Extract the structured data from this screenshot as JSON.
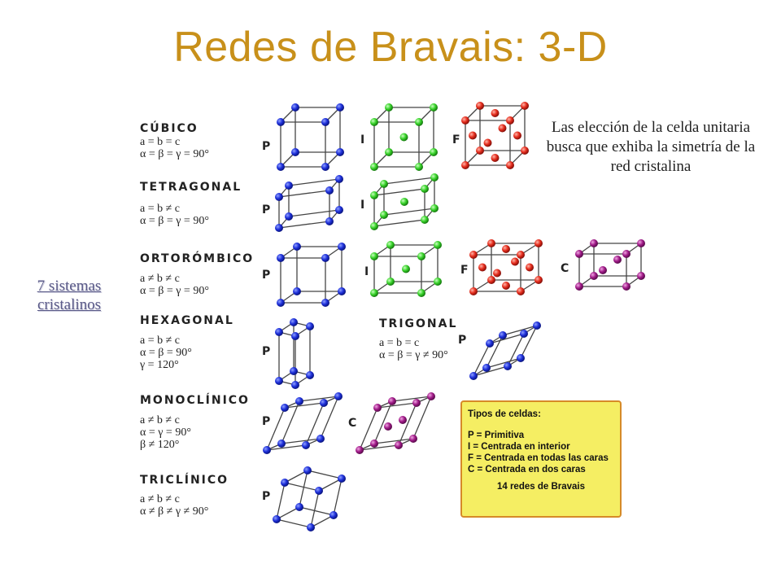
{
  "title": "Redes de Bravais: 3-D",
  "side_label": [
    "7 sistemas",
    "cristalinos"
  ],
  "note": "Las elección de la celda unitaria busca que exhiba la simetría de la red cristalina",
  "colors": {
    "title": "#c8901a",
    "P": "#1d2fd9",
    "I": "#38d22a",
    "F": "#e52c1c",
    "C": "#a01a88",
    "legend_bg": "#f5ee63",
    "legend_border": "#d68a28"
  },
  "systems": [
    {
      "name": "CÚBICO",
      "params": [
        "a = b = c",
        "α = β = γ = 90°"
      ]
    },
    {
      "name": "TETRAGONAL",
      "params": [
        "a = b ≠ c",
        "α = β = γ = 90°"
      ]
    },
    {
      "name": "ORTORÓMBICO",
      "params": [
        "a ≠ b ≠ c",
        "α = β = γ = 90°"
      ]
    },
    {
      "name": "HEXAGONAL",
      "params": [
        "a = b ≠ c",
        "α = β = 90°",
        "γ = 120°"
      ]
    },
    {
      "name": "TRIGONAL",
      "params": [
        "a = b = c",
        "α = β = γ ≠ 90°"
      ]
    },
    {
      "name": "MONOCLÍNICO",
      "params": [
        "a ≠ b ≠ c",
        "α = γ = 90°",
        "β ≠ 120°"
      ]
    },
    {
      "name": "TRICLÍNICO",
      "params": [
        "a ≠ b ≠ c",
        "α ≠ β ≠ γ ≠ 90°"
      ]
    }
  ],
  "lattice_labels": {
    "P": "P",
    "I": "I",
    "F": "F",
    "C": "C"
  },
  "legend": {
    "heading": "Tipos de celdas:",
    "items": [
      "P = Primitiva",
      "I  = Centrada en interior",
      "F = Centrada en todas las caras",
      "C = Centrada en dos caras"
    ],
    "footer": "14 redes de Bravais"
  }
}
